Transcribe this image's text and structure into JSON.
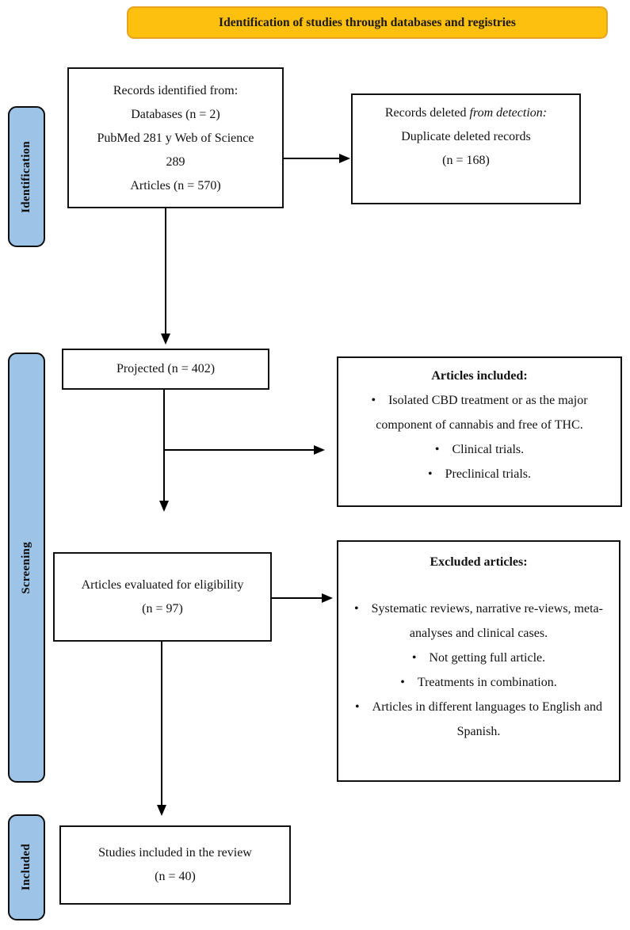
{
  "banner": {
    "label": "Identification of studies through databases and registries"
  },
  "stages": {
    "identification": "Identification",
    "screening": "Screening",
    "included": "Included"
  },
  "boxes": {
    "records_identified": {
      "lines": [
        "Records identified from:",
        "Databases (n = 2)",
        "PubMed 281 y Web of Science",
        "289",
        "Articles (n = 570)"
      ]
    },
    "records_deleted": {
      "line1_normal": "Records deleted ",
      "line1_italic": "from detection:",
      "line2": "Duplicate deleted records",
      "line3": "(n = 168)"
    },
    "projected": {
      "label": "Projected (n = 402)"
    },
    "articles_included": {
      "title": "Articles included:",
      "bullets": [
        "Isolated CBD treatment or as the major component of cannabis and free of THC.",
        "Clinical trials.",
        "Preclinical trials."
      ]
    },
    "articles_evaluated": {
      "line1": "Articles evaluated for eligibility",
      "line2": "(n = 97)"
    },
    "excluded_articles": {
      "title": "Excluded articles:",
      "bullets": [
        "Systematic reviews, narrative re-views, meta-analyses and clinical cases.",
        "Not getting full article.",
        "Treatments in combination.",
        "Articles in different languages to English and Spanish."
      ]
    },
    "studies_included": {
      "line1": "Studies included in the review",
      "line2": "(n = 40)"
    }
  },
  "colors": {
    "banner_fill": "#FEC00E",
    "banner_border": "#E7A322",
    "stage_fill": "#9DC3E6",
    "arrow": "#000000"
  }
}
